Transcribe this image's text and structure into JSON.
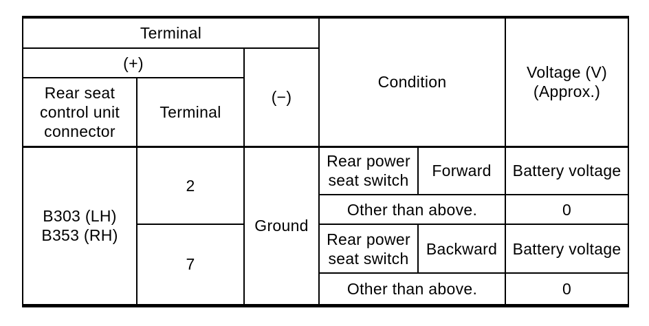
{
  "colors": {
    "background": "#ffffff",
    "text": "#000000",
    "rule": "#000000"
  },
  "table": {
    "header": {
      "terminal_group": "Terminal",
      "plus": "(+)",
      "minus": "(−)",
      "connector_col": "Rear seat control unit connector",
      "terminal_col": "Terminal",
      "condition": "Condition",
      "voltage": "Voltage (V)\n(Approx.)"
    },
    "body": {
      "connector_ids": "B303 (LH)\nB353 (RH)",
      "ground": "Ground",
      "rows": [
        {
          "terminal": "2",
          "condition_device": "Rear power seat switch",
          "condition_state": "Forward",
          "voltage": "Battery voltage"
        },
        {
          "condition": "Other than above.",
          "voltage": "0"
        },
        {
          "terminal": "7",
          "condition_device": "Rear power seat switch",
          "condition_state": "Backward",
          "voltage": "Battery voltage"
        },
        {
          "condition": "Other than above.",
          "voltage": "0"
        }
      ]
    }
  }
}
